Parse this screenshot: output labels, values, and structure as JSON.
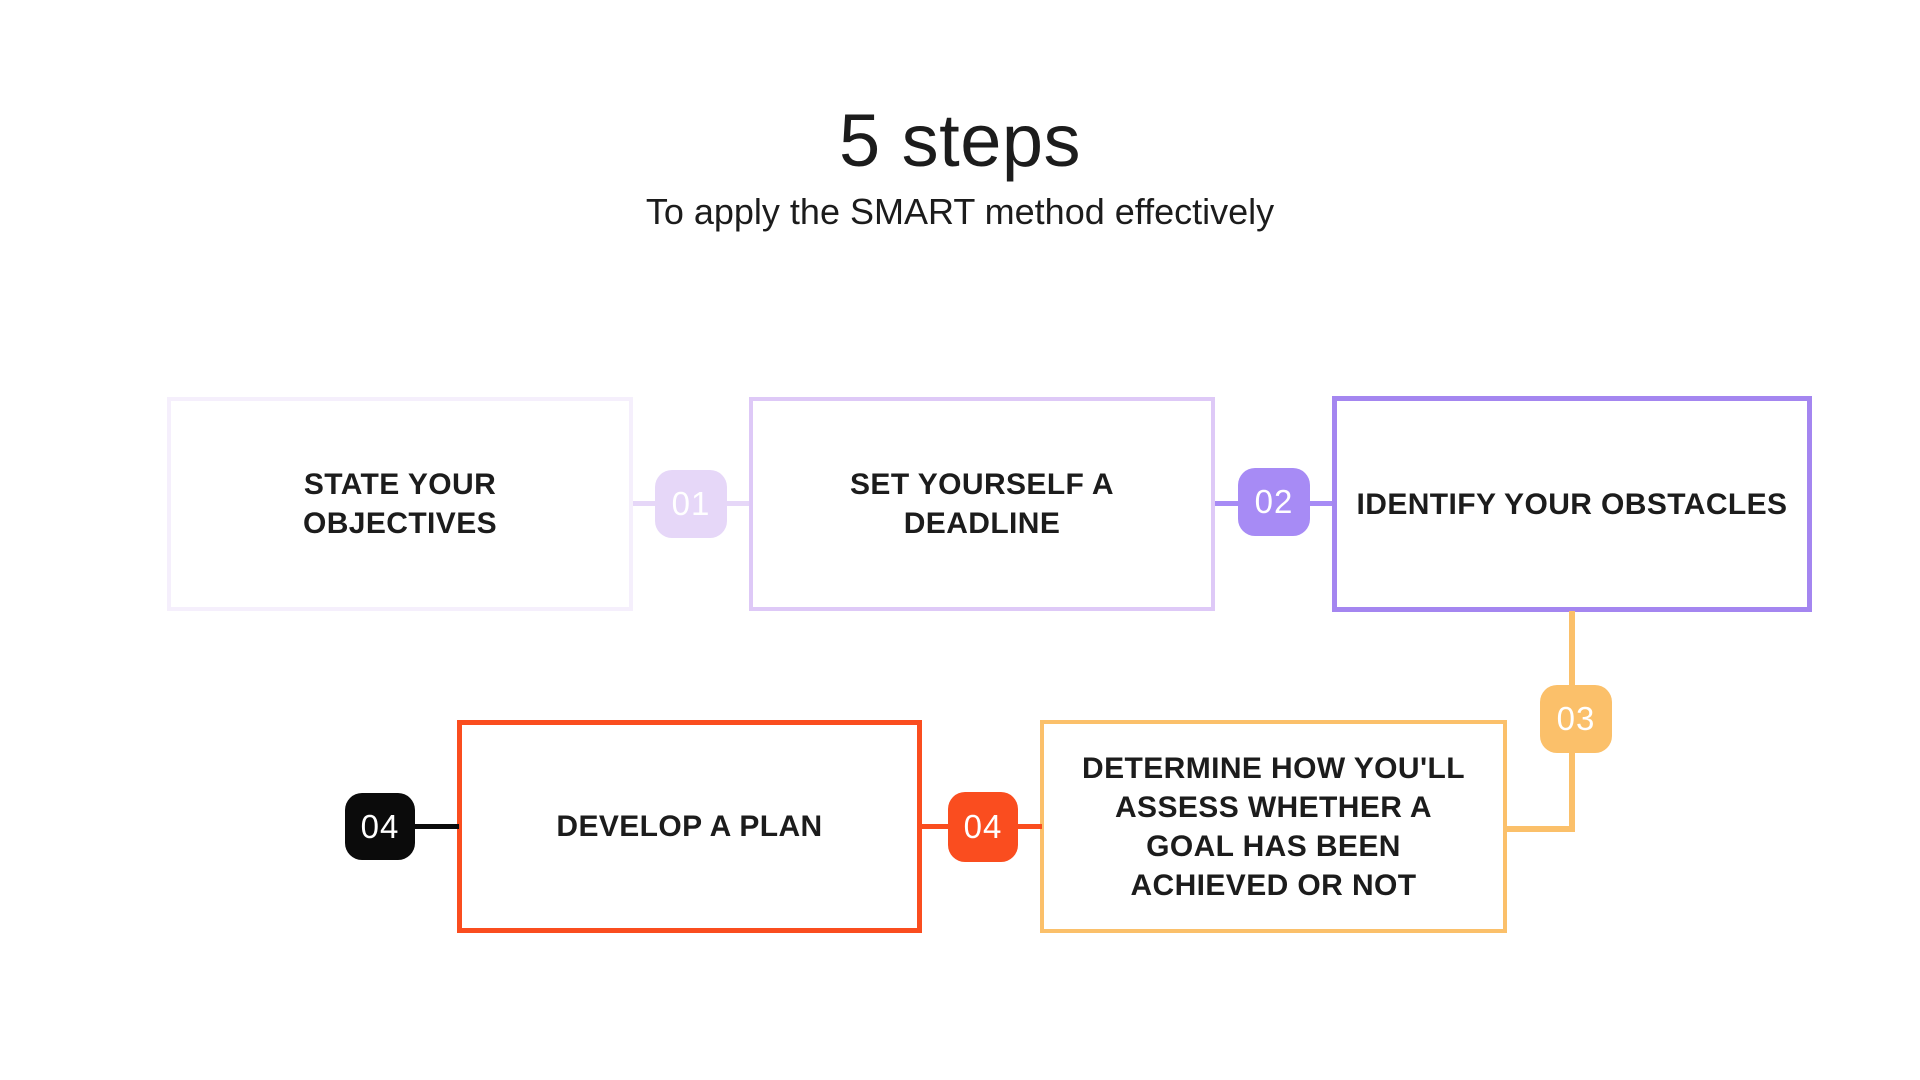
{
  "header": {
    "title": "5 steps",
    "subtitle": "To apply the SMART method effectively"
  },
  "boxes": [
    {
      "label": "STATE YOUR\nOBJECTIVES"
    },
    {
      "label": "SET YOURSELF A\nDEADLINE"
    },
    {
      "label": "IDENTIFY YOUR OBSTACLES"
    },
    {
      "label": "DEVELOP A PLAN"
    },
    {
      "label": "DETERMINE HOW YOU'LL\nASSESS WHETHER A\nGOAL HAS BEEN\nACHIEVED OR NOT"
    }
  ],
  "badges": [
    {
      "label": "01"
    },
    {
      "label": "02"
    },
    {
      "label": "03"
    },
    {
      "label": "04"
    },
    {
      "label": "04"
    }
  ],
  "colors": {
    "bg": "#FFFFFF",
    "text": "#1C1C1C",
    "badge-text": "#FFFFFF",
    "lavender-border": "#F5EFFC",
    "lavender": "#E6D7F8",
    "purple-light": "#DEC9F7",
    "purple": "#A78BF5",
    "purple-deep": "#A486F0",
    "amber": "#FBC06A",
    "red": "#FA4D1F",
    "black": "#0B0B0B"
  }
}
